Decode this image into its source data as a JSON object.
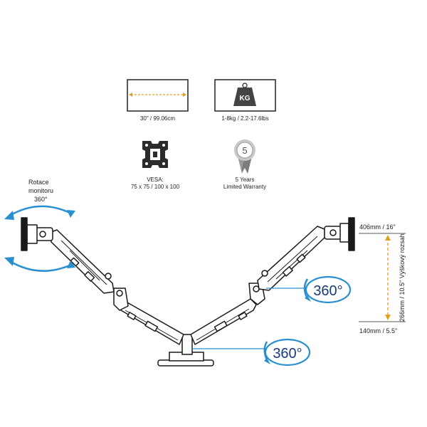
{
  "features": {
    "screen_size": {
      "label": "30\" / 99.06cm"
    },
    "weight": {
      "icon_text": "KG",
      "label": "1-8kg / 2.2-17.6lbs"
    },
    "vesa": {
      "line1": "VESA:",
      "line2": "75 x 75 / 100 x 100"
    },
    "warranty": {
      "badge_number": "5",
      "line1": "5 Years",
      "line2": "Limited Warranty"
    }
  },
  "rotation": {
    "line1": "Rotace",
    "line2": "monitoru",
    "line3": "360°"
  },
  "swivels": {
    "upper": "360°",
    "lower": "360°"
  },
  "height": {
    "top": "406mm / 16\"",
    "range": "266mm / 10.5\"  Výškový rozsah",
    "bottom": "140mm / 5.5\""
  },
  "colors": {
    "accent": "#2a8fd0",
    "dimension": "#e0a020",
    "line": "#1a1a1a"
  }
}
